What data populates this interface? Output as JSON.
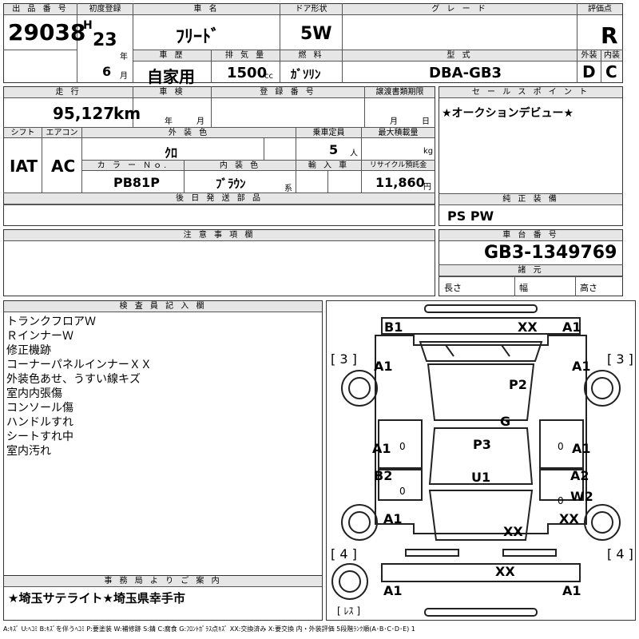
{
  "header": {
    "listing_no_label": "出 品 番 号",
    "listing_no": "29038",
    "first_reg_label": "初度登録",
    "era": "H",
    "year": "23",
    "year_unit": "年",
    "month": "6",
    "month_unit": "月",
    "car_name_label": "車 名",
    "car_name": "ﾌﾘｰﾄﾞ",
    "door_label": "ドア形状",
    "door": "5W",
    "grade_label": "グ レ ー ド",
    "grade": "",
    "score_label": "評価点",
    "score": "R",
    "history_label": "車 歴",
    "history": "自家用",
    "displacement_label": "排 気 量",
    "displacement": "1500",
    "displacement_unit": "cc",
    "fuel_label": "燃 料",
    "fuel": "ｶﾞｿﾘﾝ",
    "model_label": "型 式",
    "model": "DBA-GB3",
    "exterior_grade_label": "外装",
    "exterior_grade": "D",
    "interior_grade_label": "内装",
    "interior_grade": "C"
  },
  "details": {
    "mileage_label": "走 行",
    "mileage": "95,127",
    "mileage_unit": "km",
    "inspection_label": "車 検",
    "inspection_year_unit": "年",
    "inspection_month_unit": "月",
    "reg_no_label": "登 録 番 号",
    "reg_no": "",
    "transfer_label": "譲渡書類期限",
    "transfer_month_unit": "月",
    "transfer_day_unit": "日",
    "shift_label": "シフト",
    "shift": "IAT",
    "ac_label": "エアコン",
    "ac": "AC",
    "ext_color_label": "外 装 色",
    "ext_color": "ｸﾛ",
    "capacity_label": "乗車定員",
    "capacity": "5",
    "capacity_unit": "人",
    "max_load_label": "最大積載量",
    "max_load_unit": "kg",
    "color_no_label": "カ ラ ー Ｎｏ.",
    "color_no": "PB81P",
    "int_color_label": "内 装 色",
    "int_color": "ﾌﾞﾗｳﾝ",
    "int_color_unit": "系",
    "import_label": "輸 入 車",
    "recycle_label": "リサイクル預託金",
    "recycle": "11,860",
    "recycle_unit": "円",
    "later_parts_label": "後 日 発 送 部 品"
  },
  "sales": {
    "label": "セ ー ル ス ポ イ ン ト",
    "text": "★オークションデビュー★"
  },
  "equipment": {
    "label": "純 正 装 備",
    "text": "PS PW"
  },
  "caution": {
    "label": "注 意 事 項 欄"
  },
  "chassis": {
    "label": "車 台 番 号",
    "value": "GB3-1349769",
    "specs_label": "諸 元",
    "length_label": "長さ",
    "width_label": "幅",
    "height_label": "高さ"
  },
  "inspector": {
    "label": "検 査 員 記 入 欄",
    "notes": [
      "トランクフロアＷ",
      "ＲインナーＷ",
      "修正機跡",
      "コーナーパネルインナーＸＸ",
      "外装色あせ、うすい線キズ",
      "室内内張傷",
      "コンソール傷",
      "ハンドルすれ",
      "シートすれ中",
      "室内汚れ"
    ]
  },
  "office": {
    "label": "事 務 局 よ り ご 案 内",
    "text": "★埼玉サテライト★埼玉県幸手市"
  },
  "diagram": {
    "marks": {
      "rear_left": "B1",
      "rear_right": "A1",
      "rear_bumper": "XX",
      "rear_qtr_left": "A1",
      "rear_qtr_right": "A1",
      "roof_rear": "P2",
      "roof_mid": "G",
      "roof_front": "P3",
      "hood": "U1",
      "rear_door_left": "A1",
      "rear_door_right": "A1",
      "front_door_left": "B2",
      "front_door_right": "A2",
      "front_door_right_2": "W2",
      "fender_left": "A1",
      "fender_right": "XX",
      "front_center": "XX",
      "front_bumper": "XX",
      "front_left": "A1",
      "front_right": "A1",
      "rear_tyre_left": "3",
      "rear_tyre_right": "3",
      "front_tyre_left": "4",
      "front_tyre_right": "4",
      "spare": "ﾚｽ",
      "rear_win_left": "0",
      "rear_win_right": "0",
      "front_win_left": "0",
      "front_win_right": "0"
    }
  },
  "legend": "A:ｷｽﾞ U:ﾍｺﾐ B:ｷｽﾞを伴うﾍｺﾐ P:要塗装 W:補修跡 S:錆 C:腐食 G:ﾌﾛﾝﾄｶﾞﾗｽ点ｷｽﾞ XX:交換済み X:要交換 内・外装評価 5段階ﾗﾝｸ順(A･B･C･D･E) 1",
  "colors": {
    "header_bg": "#e6e6e6",
    "border": "#333333"
  }
}
